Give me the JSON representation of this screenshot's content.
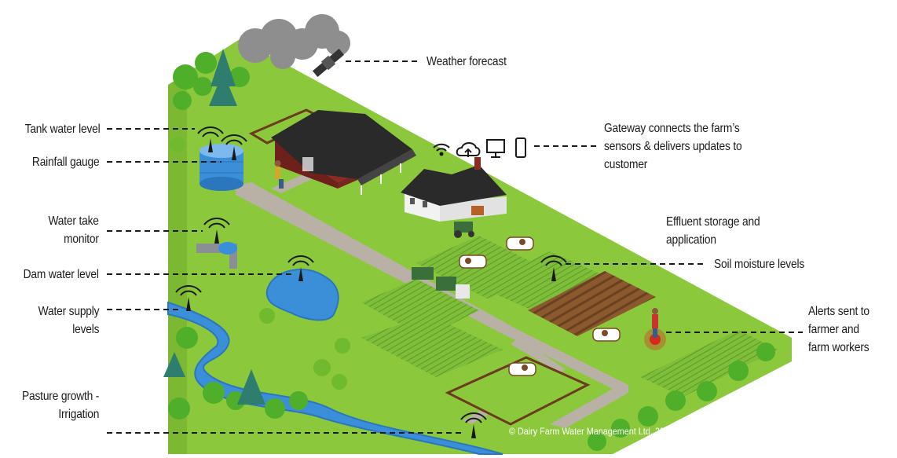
{
  "labels": {
    "weather_forecast": "Weather forecast",
    "tank_water_level": "Tank water level",
    "rainfall_gauge": "Rainfall gauge",
    "water_take_monitor": "Water take\nmonitor",
    "dam_water_level": "Dam water level",
    "water_supply_levels": "Water supply\nlevels",
    "pasture_growth": "Pasture growth -\nIrrigation",
    "gateway": "Gateway connects the farm’s\nsensors & delivers updates to\ncustomer",
    "effluent": "Effluent storage and\napplication",
    "soil_moisture": "Soil moisture levels",
    "alerts": "Alerts sent to\nfarmer and\nfarm workers"
  },
  "copyright": "© Dairy Farm Water Management Ltd. 2022",
  "colors": {
    "grass": "#8cc83c",
    "grass_dark": "#6aa82c",
    "path": "#b9b1a6",
    "water": "#3a8fd8",
    "barn": "#8b2c24",
    "roof": "#2a2a2a",
    "leader": "#1a1a1a",
    "alert": "#d42a1e"
  },
  "icons": [
    "wifi-icon",
    "cloud-upload-icon",
    "monitor-icon",
    "phone-icon",
    "satellite-icon",
    "sensor-tower-icon",
    "cow-icon",
    "tractor-icon",
    "truck-icon",
    "farmer-icon"
  ]
}
